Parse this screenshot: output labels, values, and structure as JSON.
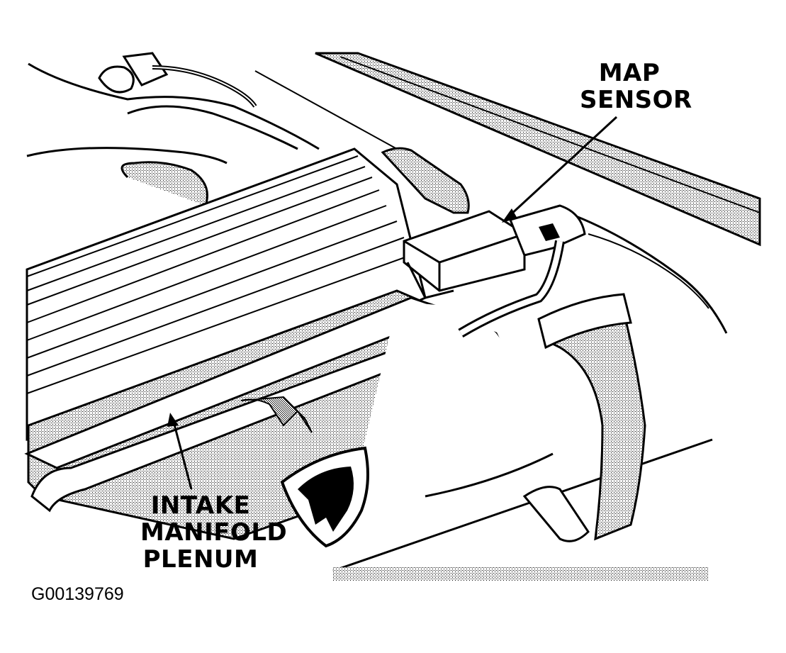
{
  "callouts": {
    "map_sensor": {
      "line1": "MAP",
      "line2": "SENSOR"
    },
    "intake_manifold_plenum": {
      "line1": "INTAKE",
      "line2": "MANIFOLD",
      "line3": "PLENUM"
    }
  },
  "figure_id": "G00139769"
}
